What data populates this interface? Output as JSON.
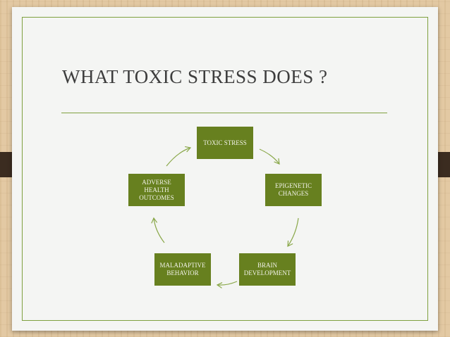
{
  "slide": {
    "title": "WHAT TOXIC STRESS DOES ?"
  },
  "cycle": {
    "nodes": [
      {
        "label": "TOXIC STRESS"
      },
      {
        "label": "EPIGENETIC CHANGES"
      },
      {
        "label": "BRAIN DEVELOPMENT"
      },
      {
        "label": "MALADAPTIVE BEHAVIOR"
      },
      {
        "label": "ADVERSE HEALTH OUTCOMES"
      }
    ]
  },
  "colors": {
    "node_fill": "#67801f",
    "accent_line": "#7fa03f",
    "arrow": "#8aa84a",
    "title_text": "#3d3d3d"
  }
}
